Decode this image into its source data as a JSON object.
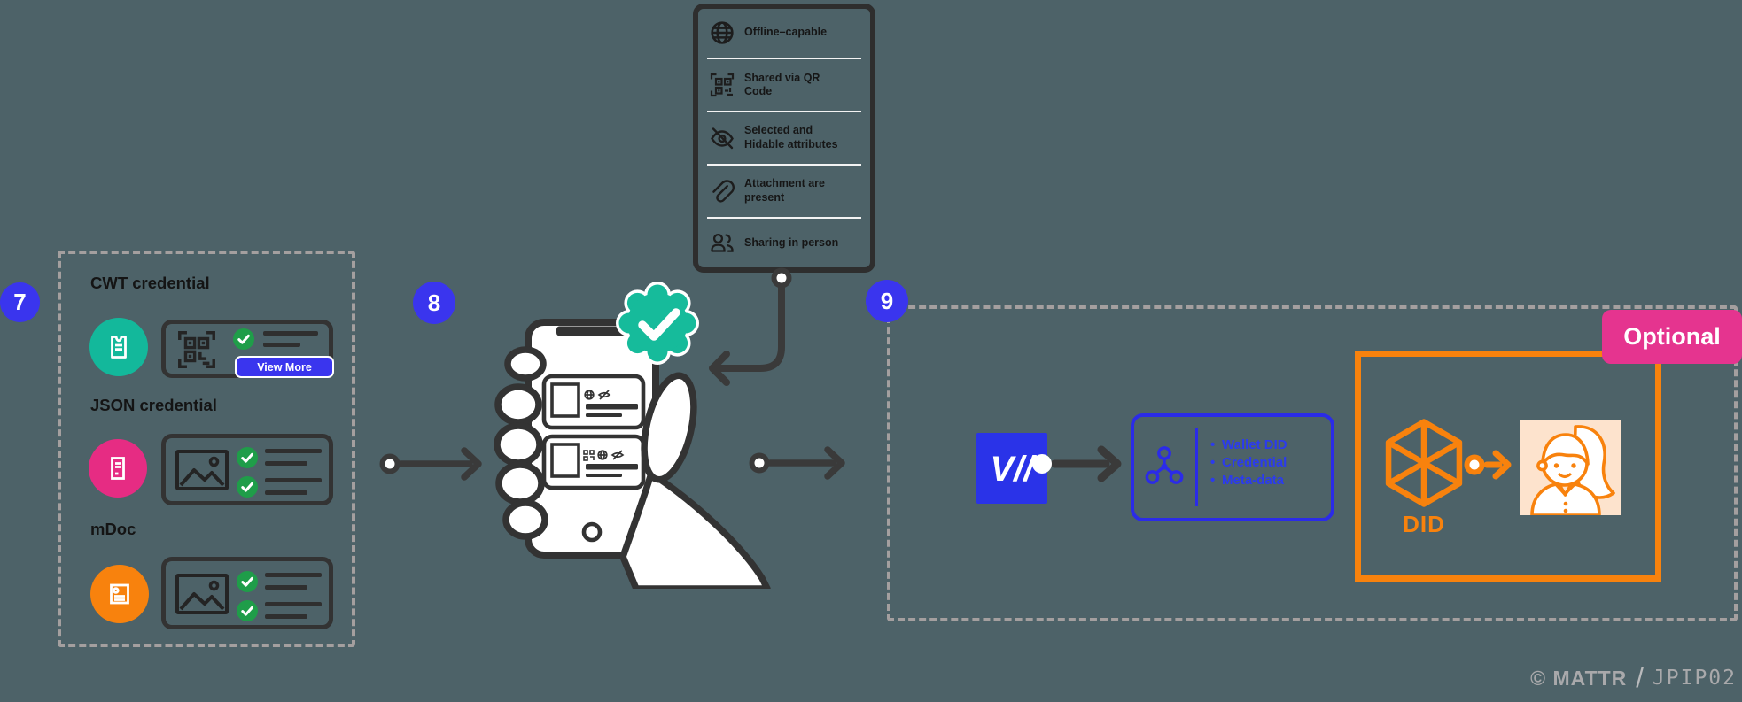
{
  "colors": {
    "background": "#4d6268",
    "accent_blue": "#3a35ee",
    "wallet_square_blue": "#2a33e8",
    "outline_blue": "#2b2be8",
    "teal": "#13b89b",
    "badge_green": "#16bb9b",
    "magenta": "#e62c83",
    "optional_pink": "#e5348f",
    "orange": "#f8820d",
    "check_green": "#1f9d49",
    "ink": "#2e2e2e",
    "dashed_gray": "#a49f9f",
    "avatar_peach": "#fde3cd"
  },
  "features": {
    "items": [
      {
        "icon": "globe-icon",
        "label": "Offline–capable"
      },
      {
        "icon": "qr-code-icon",
        "label": "Shared via QR Code"
      },
      {
        "icon": "eye-slash-icon",
        "label": "Selected and Hidable attributes"
      },
      {
        "icon": "paperclip-icon",
        "label": "Attachment are present"
      },
      {
        "icon": "people-icon",
        "label": "Sharing in person"
      }
    ]
  },
  "step7": {
    "number": "7",
    "view_more_label": "View More",
    "credentials": [
      {
        "title": "CWT credential"
      },
      {
        "title": "JSON credential"
      },
      {
        "title": "mDoc"
      }
    ]
  },
  "step8": {
    "number": "8"
  },
  "step9": {
    "number": "9",
    "wallet_bullets": [
      "Wallet DID",
      "Credential",
      "Meta-data"
    ],
    "optional_label": "Optional",
    "did_label": "DID"
  },
  "footer": {
    "brand": "© MATTR",
    "separator": "/",
    "code": "JPIP02"
  }
}
